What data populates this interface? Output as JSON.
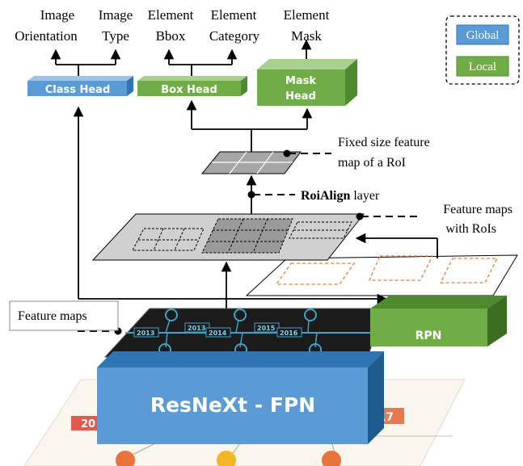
{
  "top_labels": {
    "image_orientation": [
      "Image",
      "Orientation"
    ],
    "image_type": [
      "Image",
      "Type"
    ],
    "element_bbox": [
      "Element",
      "Bbox"
    ],
    "element_category": [
      "Element",
      "Category"
    ],
    "element_mask": [
      "Element",
      "Mask"
    ]
  },
  "heads": {
    "class_head": "Class Head",
    "box_head": "Box Head",
    "mask_head": [
      "Mask",
      "Head"
    ]
  },
  "legend": {
    "global": "Global",
    "local": "Local"
  },
  "annotations": {
    "fixed_size_map": [
      "Fixed size feature",
      "map of a RoI"
    ],
    "roialign_bold": "RoiAlign",
    "roialign_rest": " layer",
    "feature_maps_rois": [
      "Feature maps",
      "with RoIs"
    ],
    "feature_maps": "Feature maps"
  },
  "blocks": {
    "rpn": "RPN",
    "backbone": "ResNeXt - FPN"
  },
  "infographic": {
    "years": [
      "2013",
      "2014",
      "2015",
      "2016"
    ],
    "bottom_year_left": "20",
    "bottom_year_right": "2017"
  },
  "colors": {
    "global_blue": "#5b9bd5",
    "global_blue_dark": "#2e75b6",
    "local_green": "#70ad47",
    "local_green_dark": "#4e8a2e",
    "roi_orange": "#ed7d31",
    "feature_gray": "#d0d0d0"
  }
}
